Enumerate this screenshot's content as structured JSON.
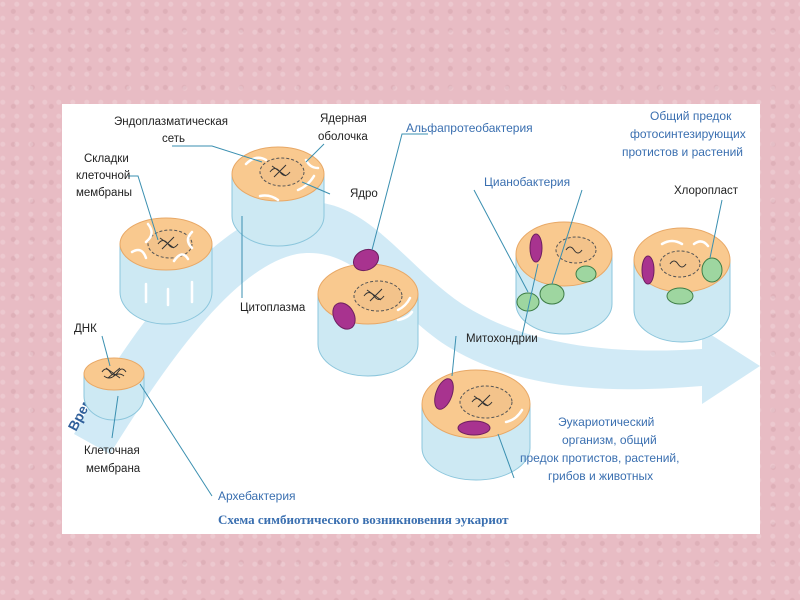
{
  "labels": {
    "er": [
      "Эндоплазматическая",
      "сеть"
    ],
    "nuclear_envelope": [
      "Ядерная",
      "оболочка"
    ],
    "membrane_folds": [
      "Складки",
      "клеточной",
      "мембраны"
    ],
    "nucleus": "Ядро",
    "alphaproteobacterium": "Альфапротеобактерия",
    "cyanobacterium": "Цианобактерия",
    "common_ancestor_plants": [
      "Общий предок",
      "фотосинтезирующих",
      "протистов и растений"
    ],
    "chloroplast": "Хлоропласт",
    "cytoplasm": "Цитоплазма",
    "dna": "ДНК",
    "mitochondria": "Митохондрии",
    "eukaryote": [
      "Эукариотический",
      "организм, общий",
      "предок протистов, растений,",
      "грибов и животных"
    ],
    "cell_membrane": [
      "Клеточная",
      "мембрана"
    ],
    "archaebacterium": "Архебактерия",
    "time": "Время"
  },
  "caption": "Схема симбиотического возникновения эукариот",
  "colors": {
    "background": "#e8bcc4",
    "arrow": "#c9e6f4",
    "cytoplasm": "#f9c98f",
    "cell_wall": "#cde9f3",
    "mitochondrion": "#a8338f",
    "chloroplast": "#9ed6a0",
    "label_blue": "#3a6fb0"
  }
}
